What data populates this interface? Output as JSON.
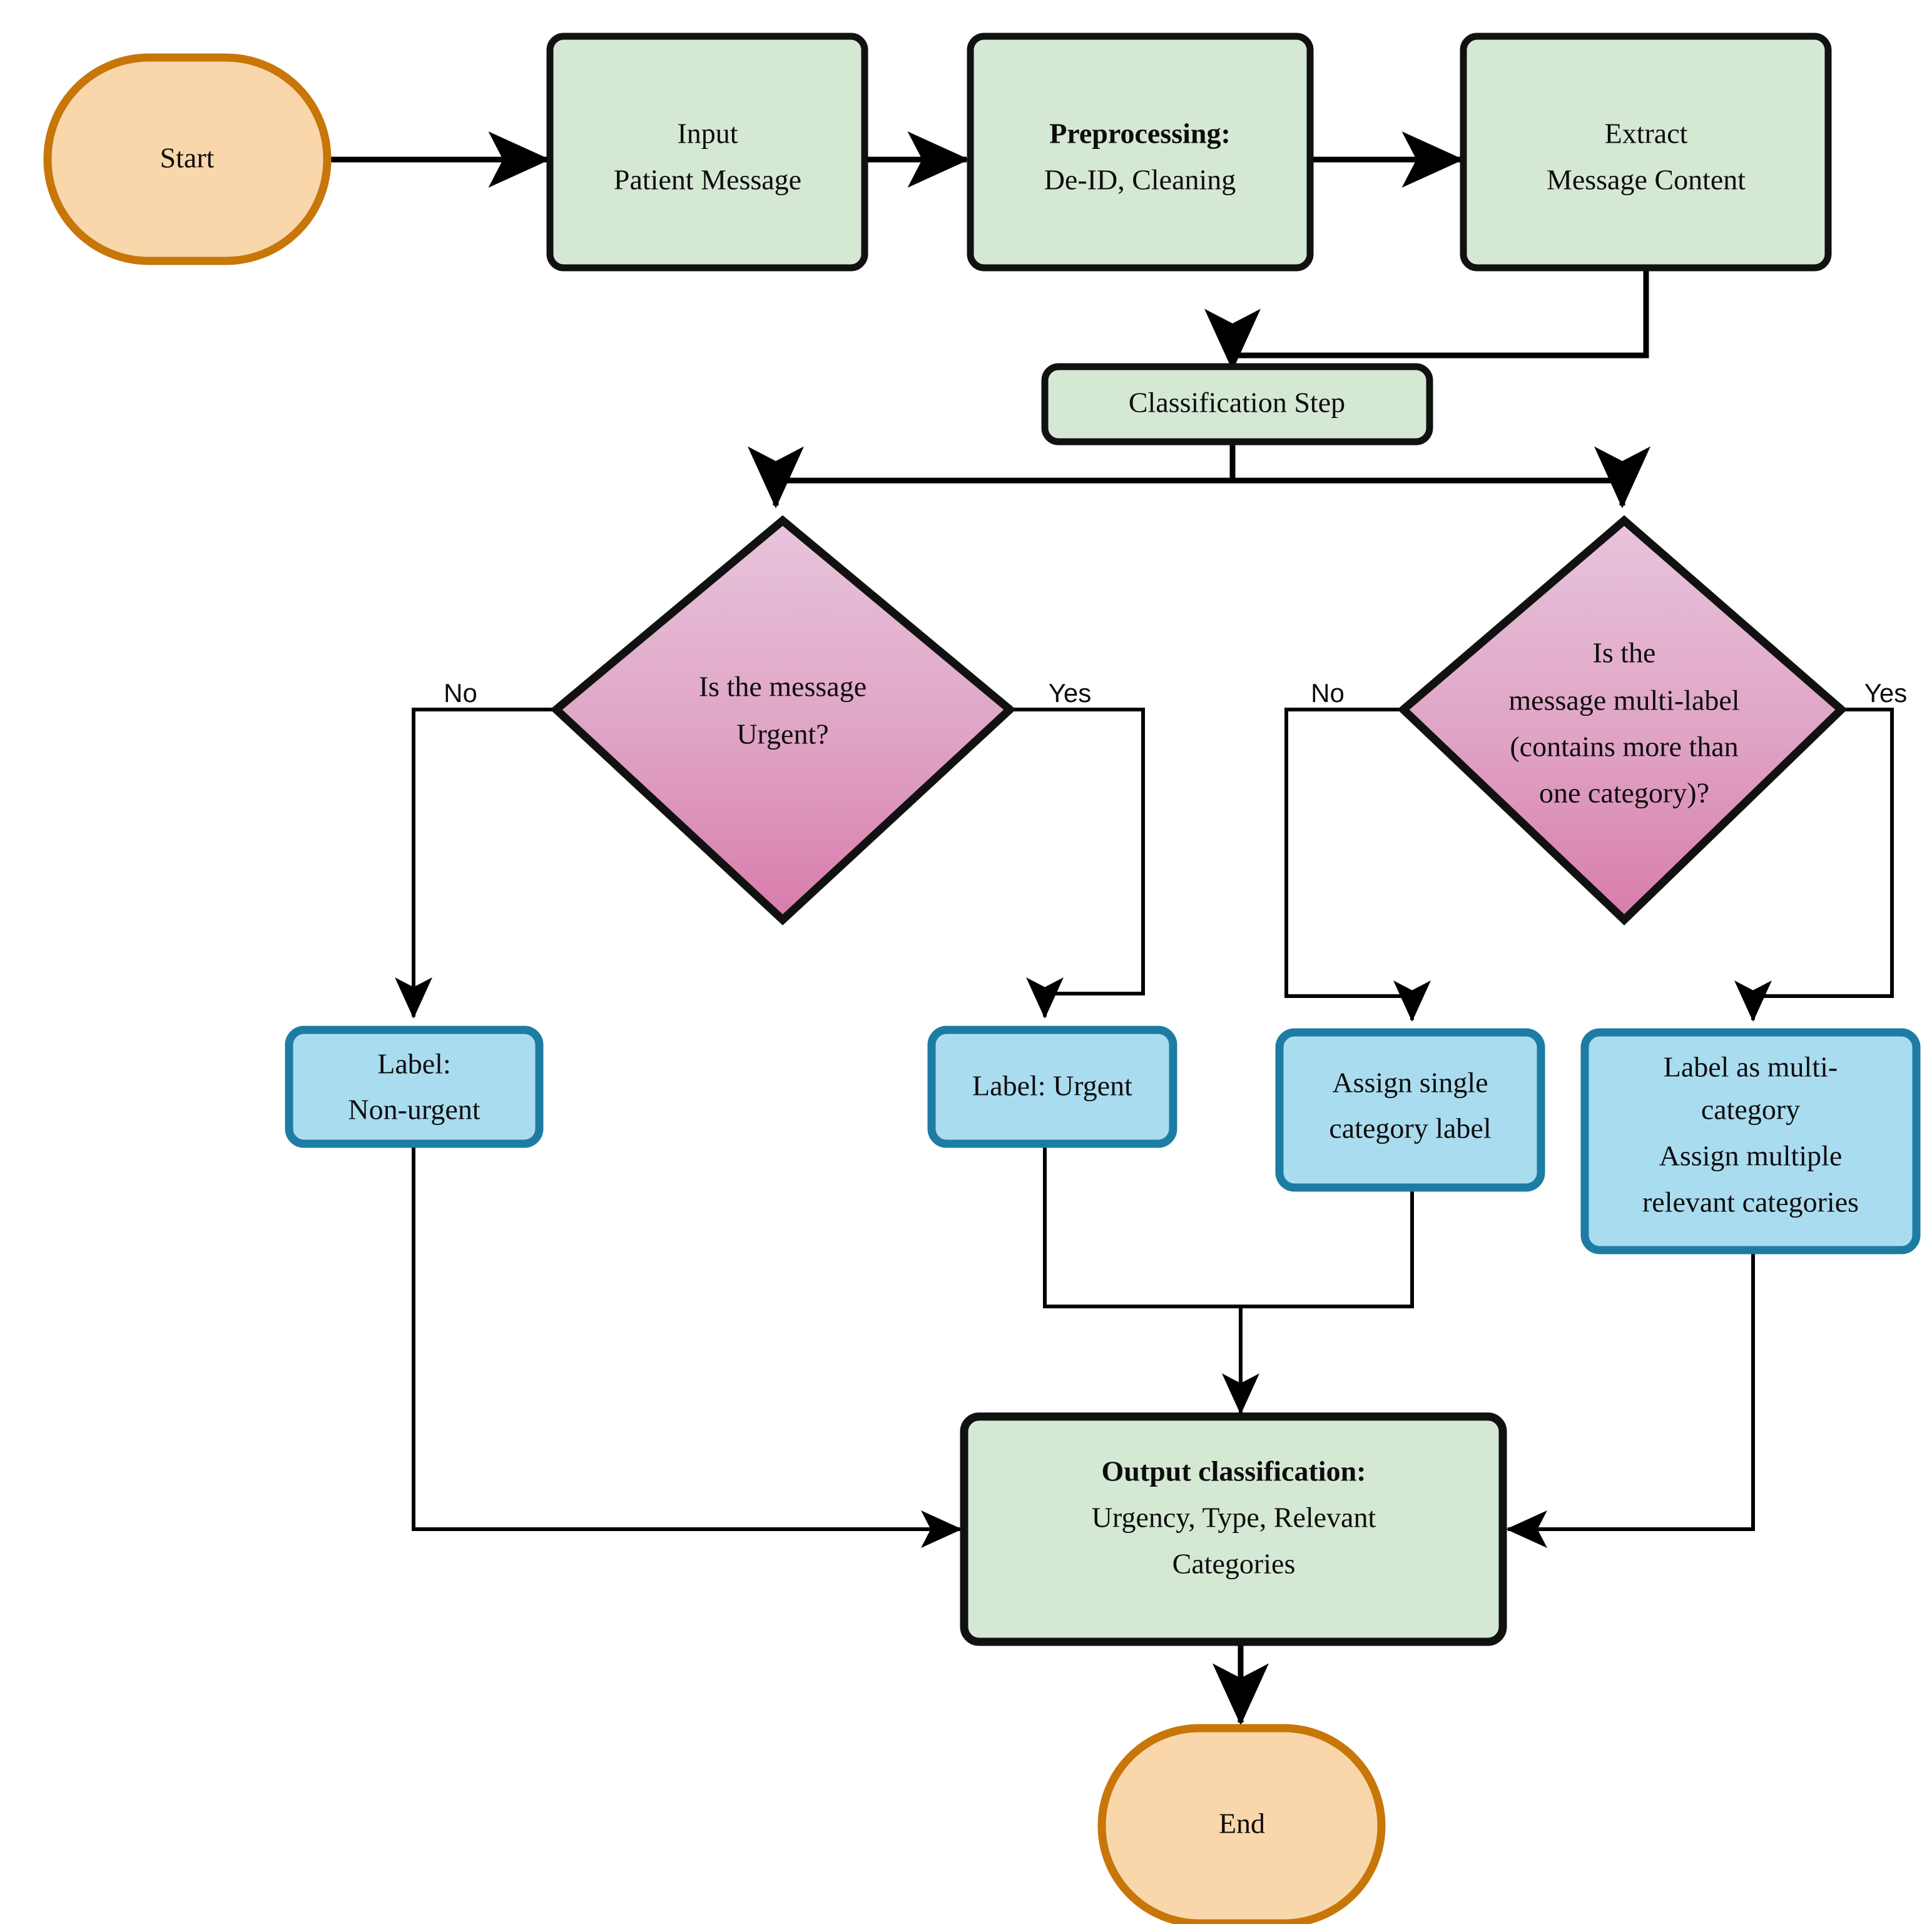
{
  "diagram": {
    "title": "Patient Message Classification Flowchart",
    "type": "flowchart",
    "background": "#ffffff",
    "palette": {
      "terminal_fill": "#fad7ab",
      "terminal_stroke": "#c87608",
      "process_fill": "#d5e8d4",
      "process_stroke": "#111111",
      "decision_fill_top": "#e8c3da",
      "decision_fill_bottom": "#da81ab",
      "decision_stroke": "#111111",
      "label_fill": "#aadcf0",
      "label_stroke": "#1d7ca3",
      "edge_stroke": "#000000",
      "text_color": "#0d0d0d"
    }
  },
  "nodes": {
    "start": {
      "id": "start",
      "shape": "stadium",
      "lines": [
        "Start"
      ],
      "bold": [
        false
      ]
    },
    "input": {
      "id": "input",
      "shape": "rounded-rect",
      "lines": [
        "Input",
        "Patient Message"
      ],
      "bold": [
        false,
        false
      ]
    },
    "preprocessing": {
      "id": "preprocessing",
      "shape": "rounded-rect",
      "lines": [
        "Preprocessing:",
        "De-ID, Cleaning"
      ],
      "bold": [
        true,
        false
      ]
    },
    "extract": {
      "id": "extract",
      "shape": "rounded-rect",
      "lines": [
        "Extract",
        "Message Content"
      ],
      "bold": [
        false,
        false
      ]
    },
    "classification": {
      "id": "classification",
      "shape": "rounded-rect",
      "lines": [
        "Classification Step"
      ],
      "bold": [
        false
      ]
    },
    "urgent_decision": {
      "id": "urgent_decision",
      "shape": "diamond",
      "lines": [
        "Is the message",
        "Urgent?"
      ],
      "bold": [
        false,
        false
      ]
    },
    "multilabel_decision": {
      "id": "multilabel_decision",
      "shape": "diamond",
      "lines": [
        "Is the",
        "message multi-label",
        "(contains more than",
        "one category)?"
      ],
      "bold": [
        false,
        false,
        false,
        false
      ]
    },
    "label_nonurgent": {
      "id": "label_nonurgent",
      "shape": "rounded-rect",
      "lines": [
        "Label:",
        "Non-urgent"
      ],
      "bold": [
        false,
        false
      ]
    },
    "label_urgent": {
      "id": "label_urgent",
      "shape": "rounded-rect",
      "lines": [
        "Label: Urgent"
      ],
      "bold": [
        false
      ]
    },
    "assign_single": {
      "id": "assign_single",
      "shape": "rounded-rect",
      "lines": [
        "Assign single",
        "category label"
      ],
      "bold": [
        false,
        false
      ]
    },
    "label_multi": {
      "id": "label_multi",
      "shape": "rounded-rect",
      "lines": [
        "Label as multi-",
        "category",
        "Assign multiple",
        "relevant categories"
      ],
      "bold": [
        false,
        false,
        false,
        false
      ]
    },
    "output": {
      "id": "output",
      "shape": "rounded-rect",
      "lines": [
        "Output classification:",
        "Urgency, Type, Relevant",
        "Categories"
      ],
      "bold": [
        true,
        false,
        false
      ]
    },
    "end": {
      "id": "end",
      "shape": "stadium",
      "lines": [
        "End"
      ],
      "bold": [
        false
      ]
    }
  },
  "edge_labels": {
    "urgent_no": "No",
    "urgent_yes": "Yes",
    "multilabel_no": "No",
    "multilabel_yes": "Yes"
  },
  "flow_sequence": [
    {
      "from": "start",
      "to": "input",
      "label": ""
    },
    {
      "from": "input",
      "to": "preprocessing",
      "label": ""
    },
    {
      "from": "preprocessing",
      "to": "extract",
      "label": ""
    },
    {
      "from": "extract",
      "to": "classification",
      "label": ""
    },
    {
      "from": "classification",
      "to": "urgent_decision",
      "label": ""
    },
    {
      "from": "classification",
      "to": "multilabel_decision",
      "label": ""
    },
    {
      "from": "urgent_decision",
      "to": "label_nonurgent",
      "label": "No"
    },
    {
      "from": "urgent_decision",
      "to": "label_urgent",
      "label": "Yes"
    },
    {
      "from": "multilabel_decision",
      "to": "assign_single",
      "label": "No"
    },
    {
      "from": "multilabel_decision",
      "to": "label_multi",
      "label": "Yes"
    },
    {
      "from": "label_nonurgent",
      "to": "output",
      "label": ""
    },
    {
      "from": "label_urgent",
      "to": "output",
      "label": ""
    },
    {
      "from": "assign_single",
      "to": "output",
      "label": ""
    },
    {
      "from": "label_multi",
      "to": "output",
      "label": ""
    },
    {
      "from": "output",
      "to": "end",
      "label": ""
    }
  ]
}
